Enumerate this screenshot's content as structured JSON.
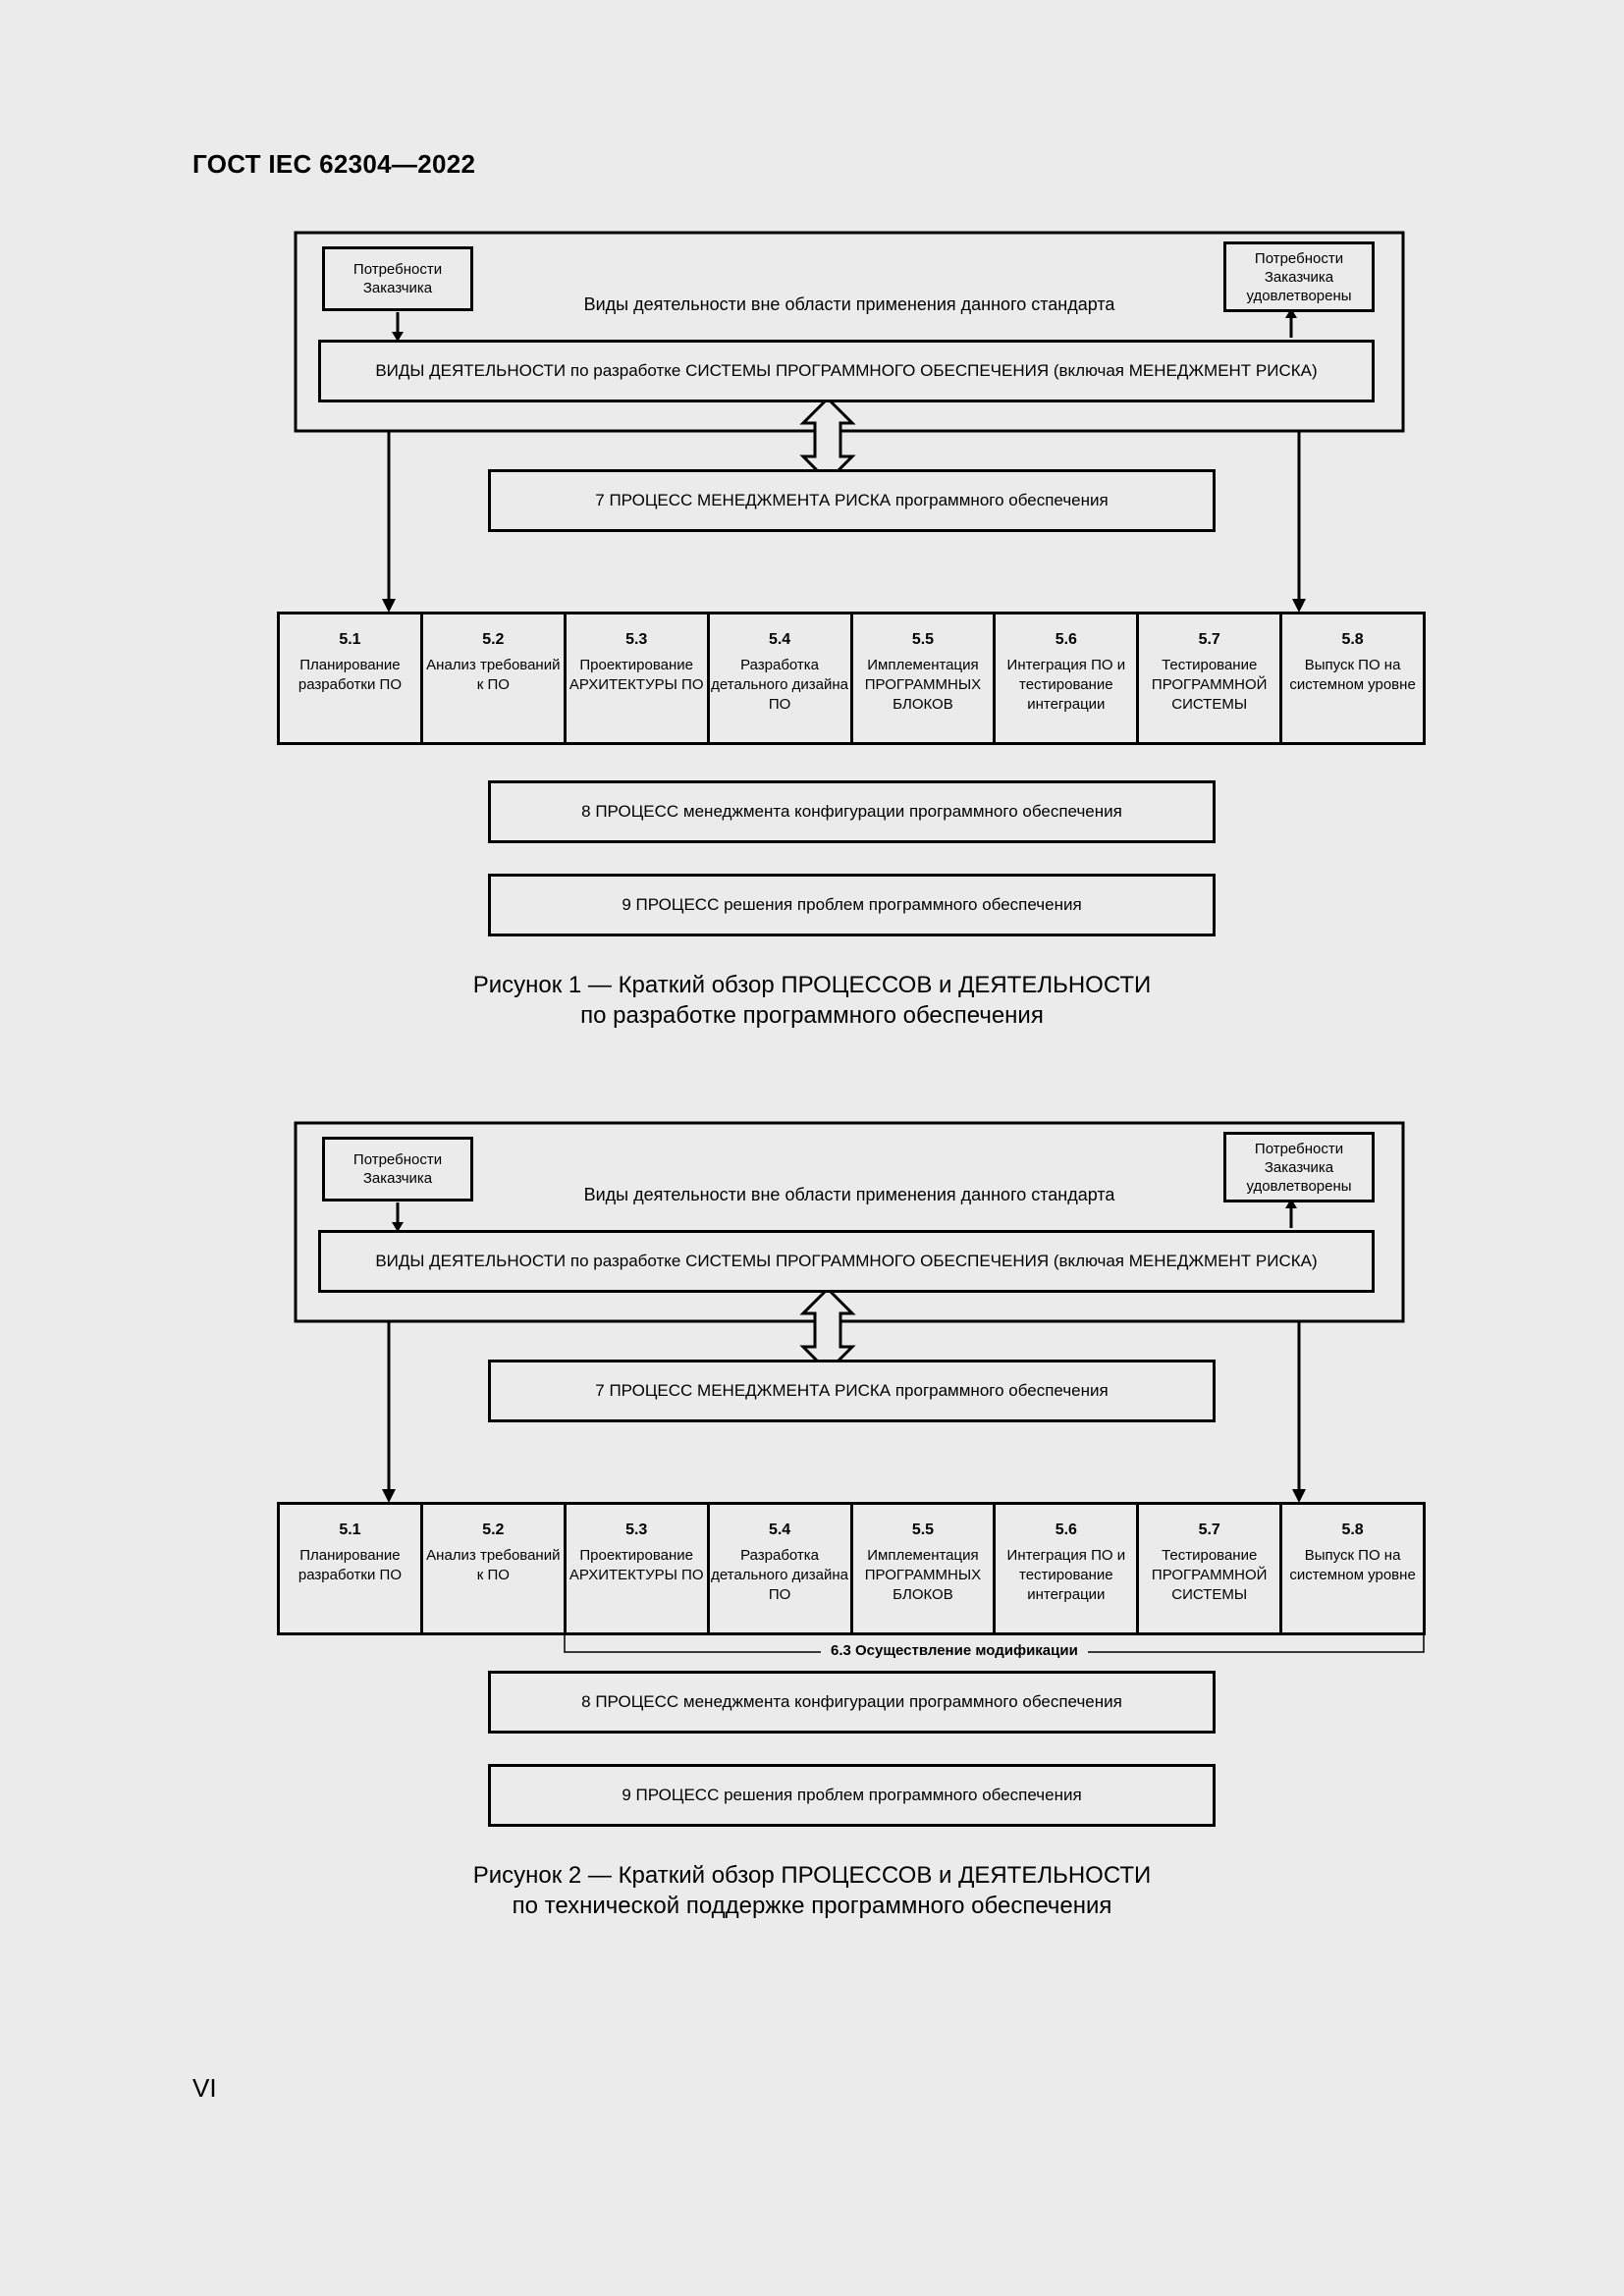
{
  "header": {
    "doc_id": "ГОСТ IEC 62304—2022"
  },
  "page_number": "VI",
  "figures": [
    {
      "customer_needs": "Потребности Заказчика",
      "customer_satisfied": "Потребности Заказчика удовлетворены",
      "outside_scope": "Виды деятельности вне области применения данного стандарта",
      "system_dev": "ВИДЫ ДЕЯТЕЛЬНОСТИ по разработке СИСТЕМЫ ПРОГРАММНОГО ОБЕСПЕЧЕНИЯ (включая МЕНЕДЖМЕНТ РИСКА)",
      "risk_process": "7 ПРОЦЕСС МЕНЕДЖМЕНТА РИСКА программного обеспечения",
      "activities": [
        {
          "num": "5.1",
          "label": "Планирование разработки ПО"
        },
        {
          "num": "5.2",
          "label": "Анализ требований к ПО"
        },
        {
          "num": "5.3",
          "label": "Проектирование АРХИТЕКТУРЫ ПО"
        },
        {
          "num": "5.4",
          "label": "Разработка детального дизайна ПО"
        },
        {
          "num": "5.5",
          "label": "Имплементация ПРОГРАММНЫХ БЛОКОВ"
        },
        {
          "num": "5.6",
          "label": "Интеграция ПО и тестирование интеграции"
        },
        {
          "num": "5.7",
          "label": "Тестирование ПРОГРАММНОЙ СИСТЕМЫ"
        },
        {
          "num": "5.8",
          "label": "Выпуск ПО на системном уровне"
        }
      ],
      "config_process": "8 ПРОЦЕСС менеджмента конфигурации программного обеспечения",
      "problem_process": "9 ПРОЦЕСС решения проблем программного обеспечения",
      "caption_line1": "Рисунок 1 — Краткий обзор ПРОЦЕССОВ и ДЕЯТЕЛЬНОСТИ",
      "caption_line2": "по разработке программного обеспечения"
    },
    {
      "customer_needs": "Потребности Заказчика",
      "customer_satisfied": "Потребности Заказчика удовлетворены",
      "outside_scope": "Виды деятельности вне области применения данного стандарта",
      "system_dev": "ВИДЫ ДЕЯТЕЛЬНОСТИ по разработке СИСТЕМЫ ПРОГРАММНОГО ОБЕСПЕЧЕНИЯ (включая МЕНЕДЖМЕНТ РИСКА)",
      "risk_process": "7 ПРОЦЕСС МЕНЕДЖМЕНТА РИСКА программного обеспечения",
      "activities": [
        {
          "num": "5.1",
          "label": "Планирование разработки ПО"
        },
        {
          "num": "5.2",
          "label": "Анализ требований к ПО"
        },
        {
          "num": "5.3",
          "label": "Проектирование АРХИТЕКТУРЫ ПО"
        },
        {
          "num": "5.4",
          "label": "Разработка детального дизайна ПО"
        },
        {
          "num": "5.5",
          "label": "Имплементация ПРОГРАММНЫХ БЛОКОВ"
        },
        {
          "num": "5.6",
          "label": "Интеграция ПО и тестирование интеграции"
        },
        {
          "num": "5.7",
          "label": "Тестирование ПРОГРАММНОЙ СИСТЕМЫ"
        },
        {
          "num": "5.8",
          "label": "Выпуск ПО на системном уровне"
        }
      ],
      "modification": "6.3 Осуществление модификации",
      "config_process": "8 ПРОЦЕСС менеджмента конфигурации программного обеспечения",
      "problem_process": "9 ПРОЦЕСС решения проблем программного обеспечения",
      "caption_line1": "Рисунок 2 — Краткий обзор ПРОЦЕССОВ и ДЕЯТЕЛЬНОСТИ",
      "caption_line2": "по технической поддержке программного обеспечения"
    }
  ]
}
